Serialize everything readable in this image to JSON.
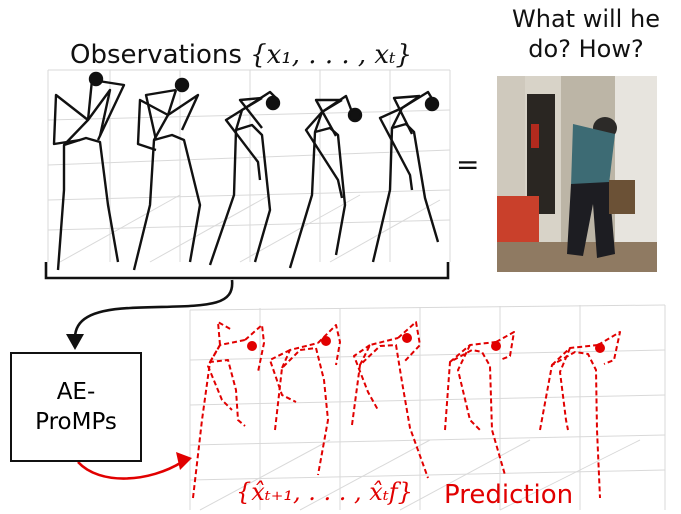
{
  "observations": {
    "label": "Observations",
    "math": "{x₁, . . . , xₜ}"
  },
  "question": "What will he do? How?",
  "equals_sign": "=",
  "model": {
    "label": "AE-ProMPs"
  },
  "prediction": {
    "math": "{x̂ₜ₊₁, . . . , x̂ₜf}",
    "label": "Prediction"
  },
  "colors": {
    "observed_skeleton": "#111111",
    "predicted_skeleton": "#e10000",
    "grid": "#d9d9d9",
    "arrow_black": "#111111",
    "arrow_red": "#e10000"
  }
}
